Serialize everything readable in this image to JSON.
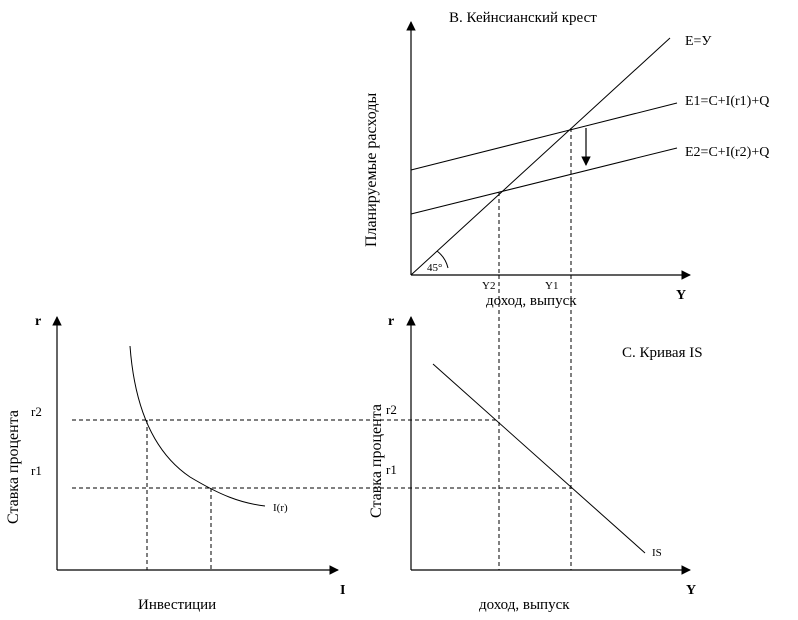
{
  "panel_b": {
    "title": "B. Кейнсианский крест",
    "ylabel": "Планируемые расходы",
    "xlabel": "доход, выпуск",
    "x_axis_symbol": "Y",
    "line_45": "E=У",
    "line_e1": "E1=C+I(r1)+Q",
    "line_e2": "E2=C+I(r2)+Q",
    "angle_label": "45°",
    "tick_y2": "Y2",
    "tick_y1": "Y1"
  },
  "panel_a": {
    "y_axis_symbol": "r",
    "ylabel": "Ставка процента",
    "xlabel": "Инвестиции",
    "x_axis_symbol": "I",
    "tick_r2": "r2",
    "tick_r1": "r1",
    "curve_label": "I(r)"
  },
  "panel_c": {
    "title": "C. Кривая IS",
    "y_axis_symbol": "r",
    "ylabel": "Ставка процента",
    "xlabel": "доход, выпуск",
    "x_axis_symbol": "Y",
    "tick_r2": "r2",
    "tick_r1": "r1",
    "curve_label": "IS"
  }
}
